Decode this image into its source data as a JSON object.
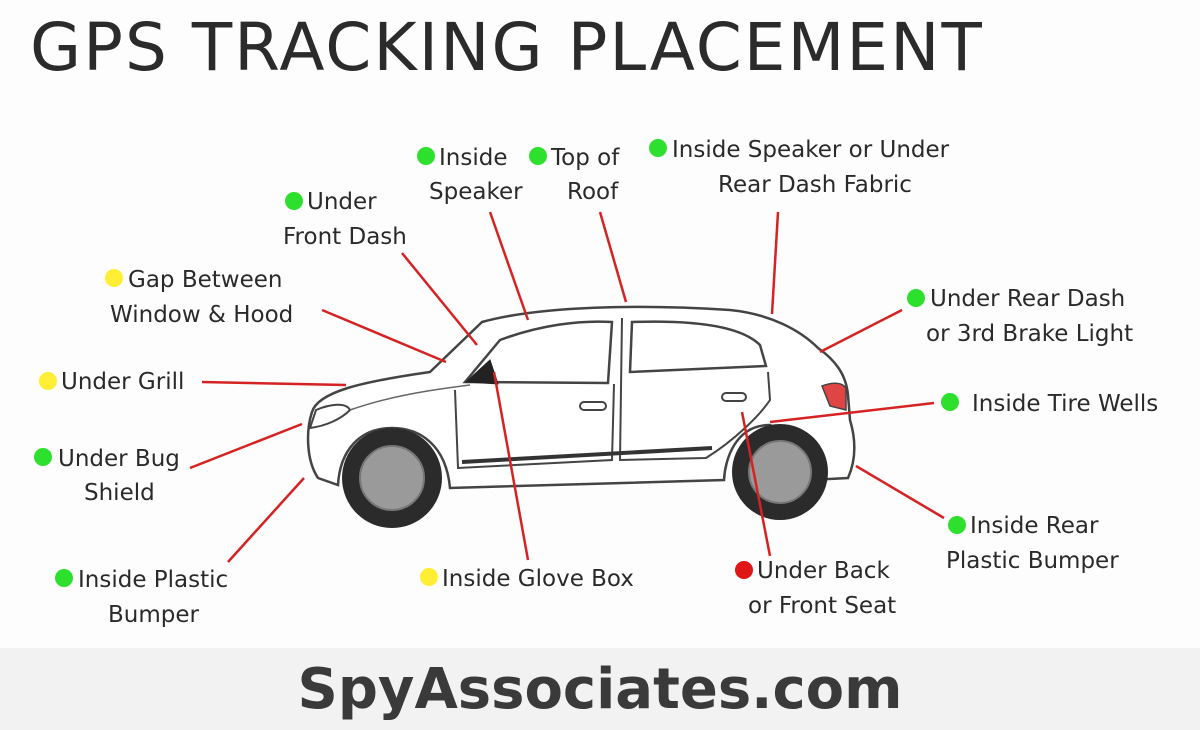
{
  "title": "GPS TRACKING PLACEMENT",
  "brand": "SpyAssociates.com",
  "colors": {
    "green": "#2ee02e",
    "yellow": "#ffee33",
    "red": "#e01515",
    "leader": "#d62222"
  },
  "labels": [
    {
      "id": "under-front-dash",
      "lines": [
        "Under",
        "Front Dash"
      ],
      "status": "green"
    },
    {
      "id": "inside-speaker",
      "lines": [
        "Inside",
        "Speaker"
      ],
      "status": "green"
    },
    {
      "id": "top-of-roof",
      "lines": [
        "Top of",
        "Roof"
      ],
      "status": "green"
    },
    {
      "id": "inside-speaker-rear-dash",
      "lines": [
        "Inside Speaker or Under",
        "Rear Dash Fabric"
      ],
      "status": "green"
    },
    {
      "id": "gap-window-hood",
      "lines": [
        "Gap Between",
        "Window & Hood"
      ],
      "status": "yellow"
    },
    {
      "id": "under-rear-dash",
      "lines": [
        "Under Rear Dash",
        "or 3rd Brake Light"
      ],
      "status": "green"
    },
    {
      "id": "under-grill",
      "lines": [
        "Under Grill"
      ],
      "status": "yellow"
    },
    {
      "id": "inside-tire-wells",
      "lines": [
        "Inside Tire Wells"
      ],
      "status": "green"
    },
    {
      "id": "under-bug-shield",
      "lines": [
        "Under Bug",
        "Shield"
      ],
      "status": "green"
    },
    {
      "id": "inside-rear-bumper",
      "lines": [
        "Inside Rear",
        "Plastic Bumper"
      ],
      "status": "green"
    },
    {
      "id": "inside-plastic-bumper",
      "lines": [
        "Inside Plastic",
        "Bumper"
      ],
      "status": "green"
    },
    {
      "id": "inside-glove-box",
      "lines": [
        "Inside Glove Box"
      ],
      "status": "yellow"
    },
    {
      "id": "under-seat",
      "lines": [
        "Under Back",
        "or Front Seat"
      ],
      "status": "red"
    }
  ]
}
